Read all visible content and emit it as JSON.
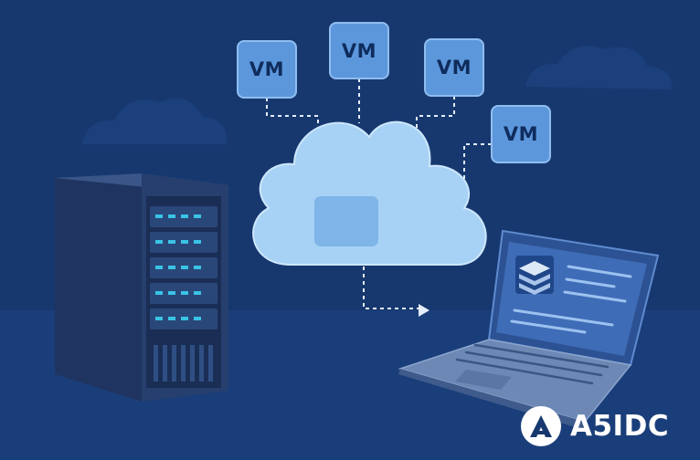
{
  "vm_boxes": [
    {
      "label": "VM"
    },
    {
      "label": "VM"
    },
    {
      "label": "VM"
    },
    {
      "label": "VM"
    }
  ],
  "brand": {
    "name": "A5IDC",
    "logo_icon": "a5idc-logo-icon"
  },
  "colors": {
    "background": "#17386f",
    "vm_box": "#5c97dc",
    "cloud": "#a7d2f5",
    "server": "#263f6e",
    "laptop": "#2c5293",
    "led": "#39c4e6"
  }
}
